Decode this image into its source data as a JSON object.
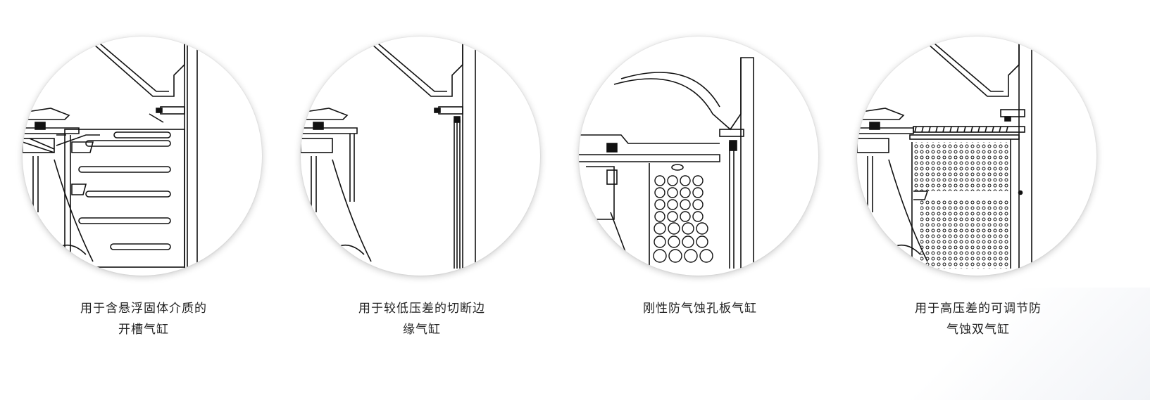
{
  "cards": [
    {
      "caption_line1": "用于含悬浮固体介质的",
      "caption_line2": "开槽气缸"
    },
    {
      "caption_line1": "用于较低压差的切断边",
      "caption_line2": "缘气缸"
    },
    {
      "caption_line1": "刚性防气蚀孔板气缸",
      "caption_line2": ""
    },
    {
      "caption_line1": "用于高压差的可调节防",
      "caption_line2": "气蚀双气缸"
    }
  ]
}
